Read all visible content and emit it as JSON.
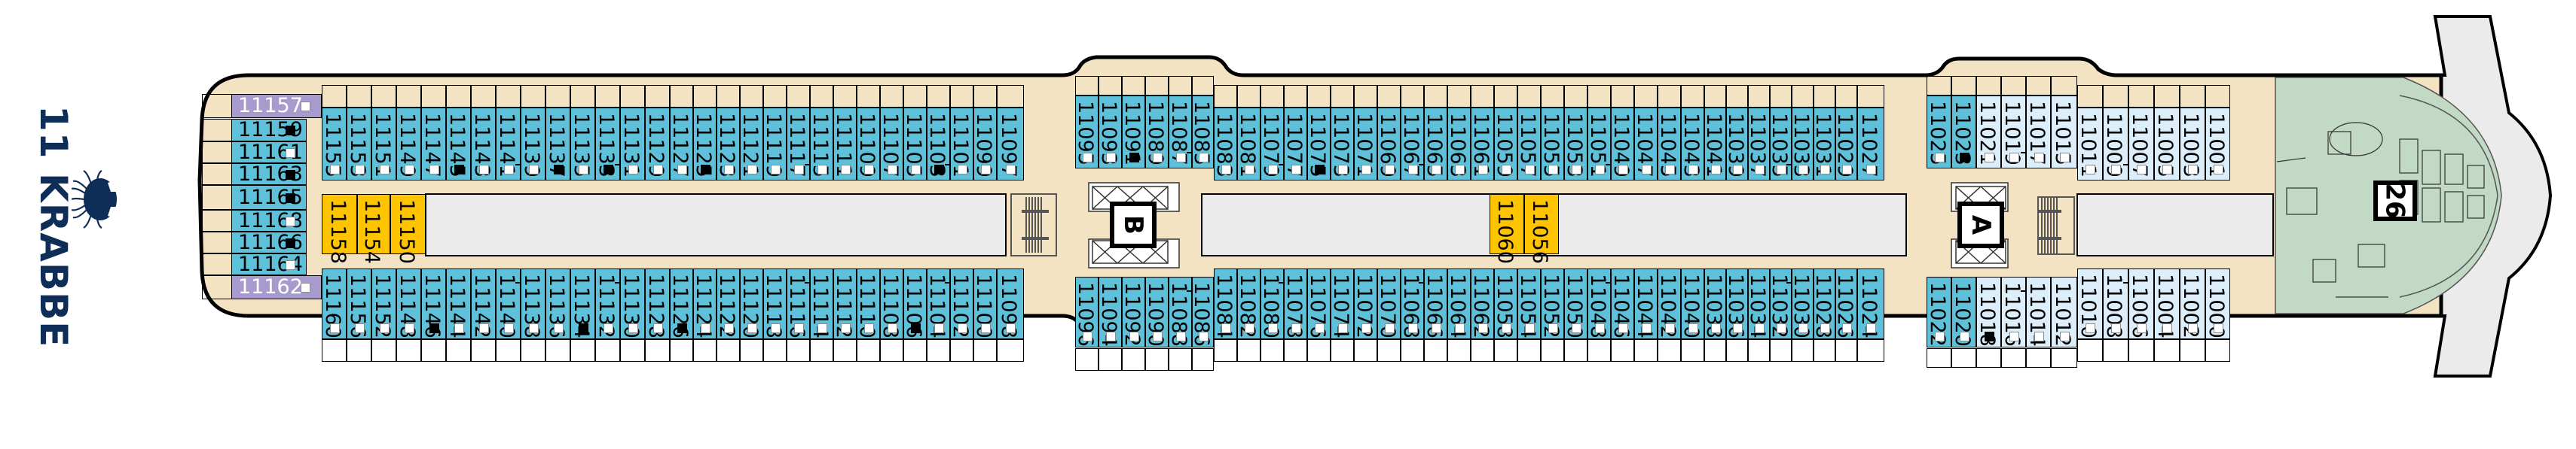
{
  "deck": {
    "title": "11 KRABBE",
    "icon": "crab-icon",
    "colors": {
      "brand_navy": "#0e2d57",
      "deck_floor": "#f3e3c3",
      "cabin_inside_balcony": "#5fc1d9",
      "cabin_light": "#ddeefb",
      "cabin_suite_purple": "#a69bcc",
      "cabin_yellow": "#ffc400",
      "spa_area": "#c1d9c5",
      "void_grey": "#ebebeb"
    }
  },
  "legend_markers": {
    "white_square": "cabin marker (standard)",
    "black_square": "cabin marker (accessible)",
    "connector": "connecting cabins"
  },
  "stern_cabins": [
    {
      "num": "11157",
      "type": "purple",
      "marker": "white"
    },
    {
      "num": "11159",
      "type": "blue",
      "marker": "black"
    },
    {
      "num": "11161",
      "type": "blue",
      "marker": "white"
    },
    {
      "num": "11163",
      "type": "blue",
      "marker": "black"
    },
    {
      "num": "11165",
      "type": "blue",
      "marker": "black"
    },
    {
      "num": "11168",
      "type": "blue",
      "marker": "white"
    },
    {
      "num": "11166",
      "type": "blue",
      "marker": "black"
    },
    {
      "num": "11164",
      "type": "blue",
      "marker": "white"
    },
    {
      "num": "11162",
      "type": "purple",
      "marker": "white"
    }
  ],
  "top_row": [
    {
      "num": "11155",
      "type": "blue",
      "marker": "white"
    },
    {
      "num": "11153",
      "type": "blue",
      "marker": "white"
    },
    {
      "num": "11151",
      "type": "blue",
      "marker": "white"
    },
    {
      "num": "11149",
      "type": "blue",
      "marker": "white"
    },
    {
      "num": "11147",
      "type": "blue",
      "marker": "white"
    },
    {
      "num": "11145",
      "type": "blue",
      "marker": "black"
    },
    {
      "num": "11143",
      "type": "blue",
      "marker": "white"
    },
    {
      "num": "11141",
      "type": "blue",
      "marker": "white",
      "connects_next": true
    },
    {
      "num": "11139",
      "type": "blue",
      "marker": "white"
    },
    {
      "num": "11137",
      "type": "blue",
      "marker": "black"
    },
    {
      "num": "11135",
      "type": "blue",
      "marker": "white"
    },
    {
      "num": "11133",
      "type": "blue",
      "marker": "black",
      "connects_next": true
    },
    {
      "num": "11131",
      "type": "blue",
      "marker": "white"
    },
    {
      "num": "11129",
      "type": "blue",
      "marker": "white"
    },
    {
      "num": "11127",
      "type": "blue",
      "marker": "white"
    },
    {
      "num": "11125",
      "type": "blue",
      "marker": "black"
    },
    {
      "num": "11123",
      "type": "blue",
      "marker": "white"
    },
    {
      "num": "11121",
      "type": "blue",
      "marker": "white"
    },
    {
      "num": "11119",
      "type": "blue",
      "marker": "white"
    },
    {
      "num": "11117",
      "type": "blue",
      "marker": "white",
      "connects_next": true
    },
    {
      "num": "11115",
      "type": "blue",
      "marker": "white"
    },
    {
      "num": "11111",
      "type": "blue",
      "marker": "white"
    },
    {
      "num": "11109",
      "type": "blue",
      "marker": "white"
    },
    {
      "num": "11107",
      "type": "blue",
      "marker": "white"
    },
    {
      "num": "11105",
      "type": "blue",
      "marker": "white"
    },
    {
      "num": "11103",
      "type": "blue",
      "marker": "black",
      "connects_next": true
    },
    {
      "num": "11101",
      "type": "blue",
      "marker": "white"
    },
    {
      "num": "11099",
      "type": "blue",
      "marker": "white"
    },
    {
      "num": "11097",
      "type": "blue",
      "marker": "white"
    },
    {
      "num": "11095",
      "type": "blue",
      "marker": "white"
    },
    {
      "num": "11093",
      "type": "blue",
      "marker": "white"
    },
    {
      "num": "11091",
      "type": "blue",
      "marker": "black"
    },
    {
      "num": "11089",
      "type": "blue",
      "marker": "white"
    },
    {
      "num": "11087",
      "type": "blue",
      "marker": "white",
      "connects_next": true
    },
    {
      "num": "11085",
      "type": "blue",
      "marker": "white"
    },
    {
      "num": "11083",
      "type": "blue",
      "marker": "white"
    },
    {
      "num": "11081",
      "type": "blue",
      "marker": "white"
    },
    {
      "num": "11079",
      "type": "blue",
      "marker": "white",
      "connects_next": true
    },
    {
      "num": "11077",
      "type": "blue",
      "marker": "white"
    },
    {
      "num": "11075",
      "type": "blue",
      "marker": "black"
    },
    {
      "num": "11073",
      "type": "blue",
      "marker": "white"
    },
    {
      "num": "11071",
      "type": "blue",
      "marker": "white"
    },
    {
      "num": "11069",
      "type": "blue",
      "marker": "white"
    },
    {
      "num": "11067",
      "type": "blue",
      "marker": "white",
      "connects_next": true
    },
    {
      "num": "11065",
      "type": "blue",
      "marker": "white"
    },
    {
      "num": "11063",
      "type": "blue",
      "marker": "white"
    },
    {
      "num": "11061",
      "type": "blue",
      "marker": "white"
    },
    {
      "num": "11059",
      "type": "blue",
      "marker": "white"
    },
    {
      "num": "11057",
      "type": "blue",
      "marker": "white"
    },
    {
      "num": "11055",
      "type": "blue",
      "marker": "white"
    },
    {
      "num": "11053",
      "type": "blue",
      "marker": "white"
    },
    {
      "num": "11051",
      "type": "blue",
      "marker": "white",
      "connects_next": true
    },
    {
      "num": "11049",
      "type": "blue",
      "marker": "white"
    },
    {
      "num": "11047",
      "type": "blue",
      "marker": "white"
    },
    {
      "num": "11045",
      "type": "blue",
      "marker": "white"
    },
    {
      "num": "11043",
      "type": "blue",
      "marker": "white"
    },
    {
      "num": "11041",
      "type": "blue",
      "marker": "white"
    },
    {
      "num": "11039",
      "type": "blue",
      "marker": "white"
    },
    {
      "num": "11037",
      "type": "blue",
      "marker": "white"
    },
    {
      "num": "11035",
      "type": "blue",
      "marker": "white",
      "connects_next": true
    },
    {
      "num": "11033",
      "type": "blue",
      "marker": "white"
    },
    {
      "num": "11031",
      "type": "blue",
      "marker": "white"
    },
    {
      "num": "11029",
      "type": "blue",
      "marker": "white"
    },
    {
      "num": "11027",
      "type": "blue",
      "marker": "white"
    },
    {
      "num": "11025",
      "type": "blue",
      "marker": "white"
    },
    {
      "num": "11023",
      "type": "blue",
      "marker": "black"
    },
    {
      "num": "11021",
      "type": "light",
      "marker": "white"
    },
    {
      "num": "11019",
      "type": "light",
      "marker": "white",
      "connects_next": true
    },
    {
      "num": "11017",
      "type": "light",
      "marker": "white"
    },
    {
      "num": "11015",
      "type": "light",
      "marker": "white"
    },
    {
      "num": "11011",
      "type": "light",
      "marker": "white"
    },
    {
      "num": "11009",
      "type": "light",
      "marker": "white",
      "connects_next": true
    },
    {
      "num": "11007",
      "type": "light",
      "marker": "white"
    },
    {
      "num": "11005",
      "type": "light",
      "marker": "white"
    },
    {
      "num": "11003",
      "type": "light",
      "marker": "white"
    },
    {
      "num": "11001",
      "type": "light",
      "marker": "white"
    }
  ],
  "bottom_row": [
    {
      "num": "11160",
      "type": "blue",
      "marker": "white"
    },
    {
      "num": "11156",
      "type": "blue",
      "marker": "white"
    },
    {
      "num": "11152",
      "type": "blue",
      "marker": "white"
    },
    {
      "num": "11148",
      "type": "blue",
      "marker": "white"
    },
    {
      "num": "11146",
      "type": "blue",
      "marker": "black"
    },
    {
      "num": "11144",
      "type": "blue",
      "marker": "white"
    },
    {
      "num": "11142",
      "type": "blue",
      "marker": "white"
    },
    {
      "num": "11140",
      "type": "blue",
      "marker": "white",
      "connects_next": true
    },
    {
      "num": "11138",
      "type": "blue",
      "marker": "white"
    },
    {
      "num": "11136",
      "type": "blue",
      "marker": "white"
    },
    {
      "num": "11134",
      "type": "blue",
      "marker": "black"
    },
    {
      "num": "11132",
      "type": "blue",
      "marker": "white",
      "connects_next": true
    },
    {
      "num": "11130",
      "type": "blue",
      "marker": "white"
    },
    {
      "num": "11128",
      "type": "blue",
      "marker": "white"
    },
    {
      "num": "11126",
      "type": "blue",
      "marker": "black"
    },
    {
      "num": "11124",
      "type": "blue",
      "marker": "white"
    },
    {
      "num": "11122",
      "type": "blue",
      "marker": "white"
    },
    {
      "num": "11120",
      "type": "blue",
      "marker": "white"
    },
    {
      "num": "11118",
      "type": "blue",
      "marker": "white"
    },
    {
      "num": "11116",
      "type": "blue",
      "marker": "white",
      "connects_next": true
    },
    {
      "num": "11114",
      "type": "blue",
      "marker": "white"
    },
    {
      "num": "11112",
      "type": "blue",
      "marker": "white"
    },
    {
      "num": "11110",
      "type": "blue",
      "marker": "white"
    },
    {
      "num": "11108",
      "type": "blue",
      "marker": "white"
    },
    {
      "num": "11106",
      "type": "blue",
      "marker": "black"
    },
    {
      "num": "11104",
      "type": "blue",
      "marker": "white",
      "connects_next": true
    },
    {
      "num": "11102",
      "type": "blue",
      "marker": "white"
    },
    {
      "num": "11100",
      "type": "blue",
      "marker": "white"
    },
    {
      "num": "11098",
      "type": "blue",
      "marker": "white"
    },
    {
      "num": "11096",
      "type": "blue",
      "marker": "white"
    },
    {
      "num": "11094",
      "type": "blue",
      "marker": "white"
    },
    {
      "num": "11092",
      "type": "blue",
      "marker": "white"
    },
    {
      "num": "11090",
      "type": "blue",
      "marker": "white"
    },
    {
      "num": "11088",
      "type": "blue",
      "marker": "white",
      "connects_next": true
    },
    {
      "num": "11086",
      "type": "blue",
      "marker": "white"
    },
    {
      "num": "11084",
      "type": "blue",
      "marker": "white"
    },
    {
      "num": "11082",
      "type": "blue",
      "marker": "white"
    },
    {
      "num": "11080",
      "type": "blue",
      "marker": "white",
      "connects_next": true
    },
    {
      "num": "11078",
      "type": "blue",
      "marker": "white"
    },
    {
      "num": "11076",
      "type": "blue",
      "marker": "white"
    },
    {
      "num": "11074",
      "type": "blue",
      "marker": "white"
    },
    {
      "num": "11072",
      "type": "blue",
      "marker": "white"
    },
    {
      "num": "11070",
      "type": "blue",
      "marker": "white"
    },
    {
      "num": "11068",
      "type": "blue",
      "marker": "white",
      "connects_next": true
    },
    {
      "num": "11066",
      "type": "blue",
      "marker": "white"
    },
    {
      "num": "11064",
      "type": "blue",
      "marker": "white"
    },
    {
      "num": "11062",
      "type": "blue",
      "marker": "white"
    },
    {
      "num": "11058",
      "type": "blue",
      "marker": "white"
    },
    {
      "num": "11054",
      "type": "blue",
      "marker": "white"
    },
    {
      "num": "11052",
      "type": "blue",
      "marker": "white"
    },
    {
      "num": "11050",
      "type": "blue",
      "marker": "white"
    },
    {
      "num": "11048",
      "type": "blue",
      "marker": "white",
      "connects_next": true
    },
    {
      "num": "11046",
      "type": "blue",
      "marker": "white"
    },
    {
      "num": "11044",
      "type": "blue",
      "marker": "white"
    },
    {
      "num": "11042",
      "type": "blue",
      "marker": "white"
    },
    {
      "num": "11040",
      "type": "blue",
      "marker": "white"
    },
    {
      "num": "11038",
      "type": "blue",
      "marker": "white"
    },
    {
      "num": "11036",
      "type": "blue",
      "marker": "white"
    },
    {
      "num": "11034",
      "type": "blue",
      "marker": "white"
    },
    {
      "num": "11032",
      "type": "blue",
      "marker": "white",
      "connects_next": true
    },
    {
      "num": "11030",
      "type": "blue",
      "marker": "white"
    },
    {
      "num": "11028",
      "type": "blue",
      "marker": "white"
    },
    {
      "num": "11026",
      "type": "blue",
      "marker": "white"
    },
    {
      "num": "11024",
      "type": "blue",
      "marker": "white"
    },
    {
      "num": "11022",
      "type": "blue",
      "marker": "white"
    },
    {
      "num": "11020",
      "type": "blue",
      "marker": "white"
    },
    {
      "num": "11018",
      "type": "light",
      "marker": "black"
    },
    {
      "num": "11016",
      "type": "light",
      "marker": "white",
      "connects_next": true
    },
    {
      "num": "11014",
      "type": "light",
      "marker": "white"
    },
    {
      "num": "11012",
      "type": "light",
      "marker": "white"
    },
    {
      "num": "11010",
      "type": "light",
      "marker": "white"
    },
    {
      "num": "11008",
      "type": "light",
      "marker": "white",
      "connects_next": true
    },
    {
      "num": "11006",
      "type": "light",
      "marker": "white"
    },
    {
      "num": "11004",
      "type": "light",
      "marker": "white"
    },
    {
      "num": "11002",
      "type": "light",
      "marker": "white"
    },
    {
      "num": "11000",
      "type": "light",
      "marker": "white"
    }
  ],
  "center_cabins": [
    {
      "num": "11158",
      "type": "yellow"
    },
    {
      "num": "11154",
      "type": "yellow"
    },
    {
      "num": "11150",
      "type": "yellow"
    },
    {
      "num": "11060",
      "type": "yellow"
    },
    {
      "num": "11056",
      "type": "yellow"
    }
  ],
  "elevators": [
    {
      "label": "B"
    },
    {
      "label": "A"
    }
  ],
  "venue": {
    "label": "26",
    "name": "spa-lounge-area"
  }
}
